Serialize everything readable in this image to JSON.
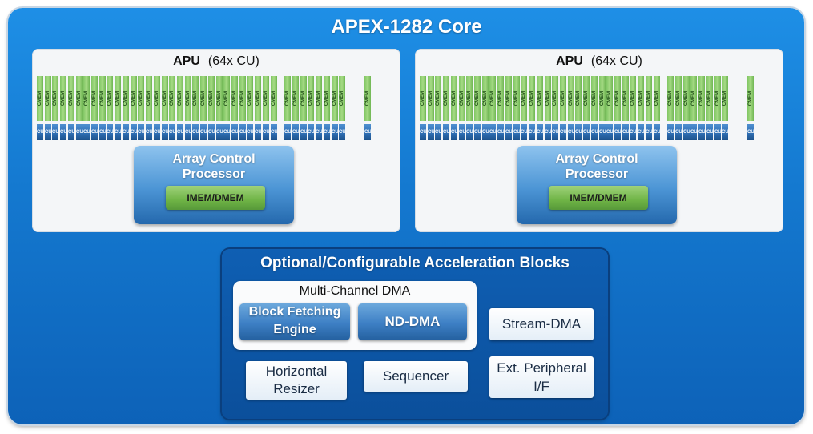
{
  "core": {
    "title": "APEX-1282 Core",
    "colors": {
      "core_bg": "#1478cf",
      "apu_bg": "#f4f6f8",
      "cmem": "#8fcf6f",
      "cu": "#2f6fb5"
    }
  },
  "apus": [
    {
      "title_bold": "APU",
      "title_rest": "(64x CU)",
      "cmem_label": "CMEM",
      "cu_label": "CU",
      "acp": {
        "title": "Array Control\nProcessor",
        "imem_label": "IMEM/DMEM"
      }
    },
    {
      "title_bold": "APU",
      "title_rest": "(64x CU)",
      "cmem_label": "CMEM",
      "cu_label": "CU",
      "acp": {
        "title": "Array Control\nProcessor",
        "imem_label": "IMEM/DMEM"
      }
    }
  ],
  "accel": {
    "title": "Optional/Configurable Acceleration Blocks",
    "dma": {
      "title": "Multi-Channel DMA",
      "block_fetching": "Block Fetching\nEngine",
      "nd_dma": "ND-DMA"
    },
    "stream_dma": "Stream-DMA",
    "horizontal_resizer": "Horizontal\nResizer",
    "sequencer": "Sequencer",
    "ext_peripheral": "Ext. Peripheral\nI/F"
  }
}
